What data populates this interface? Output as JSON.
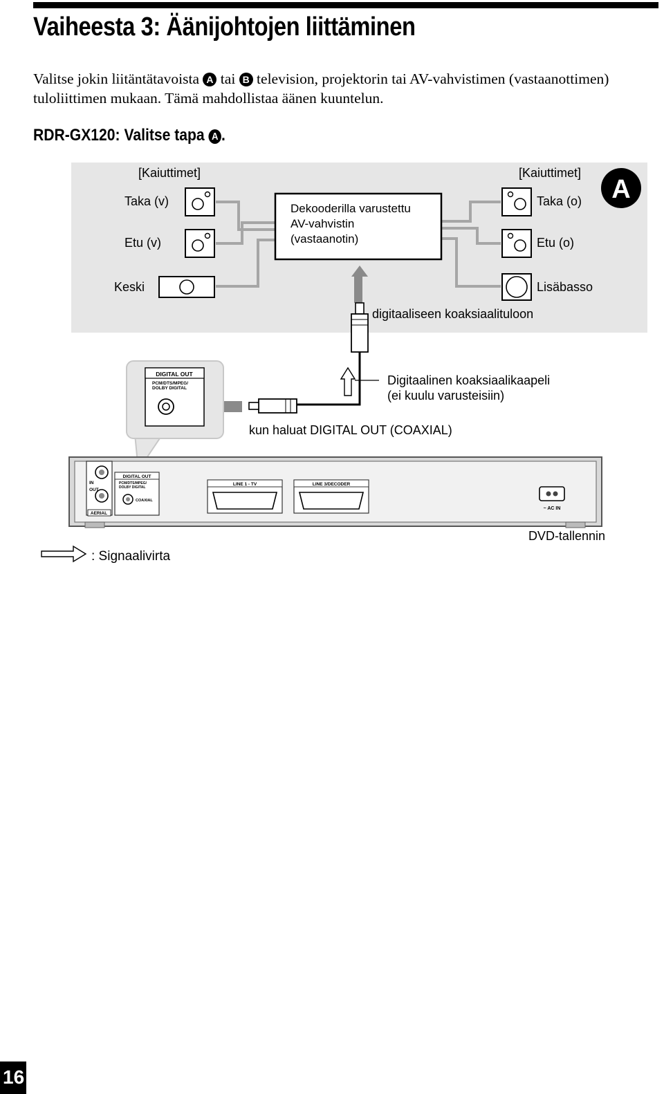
{
  "page": {
    "title": "Vaiheesta 3: Äänijohtojen liittäminen",
    "intro": {
      "part1": "Valitse jokin liitäntätavoista",
      "badge_a": "A",
      "part2": "tai",
      "badge_b": "B",
      "part3": "television, projektorin tai AV-vahvistimen (vastaanottimen) tuloliittimen mukaan. Tämä mahdollistaa äänen kuuntelun."
    },
    "subheading": {
      "text": "RDR-GX120: Valitse tapa",
      "badge": "A",
      "suffix": "."
    },
    "page_number": "16"
  },
  "diagram": {
    "method_badge": "A",
    "speakers_left_label": "[Kaiuttimet]",
    "speakers_right_label": "[Kaiuttimet]",
    "rear_left": "Taka (v)",
    "front_left": "Etu (v)",
    "center": "Keski",
    "rear_right": "Taka (o)",
    "front_right": "Etu (o)",
    "subwoofer": "Lisäbasso",
    "amplifier": {
      "line1": "Dekooderilla varustettu",
      "line2": "AV-vahvistin",
      "line3": "(vastaanotin)"
    },
    "digital_input_label": "digitaaliseen koaksiaalituloon",
    "cable_label": {
      "line1": "Digitaalinen koaksiaalikaapeli",
      "line2": "(ei kuulu varusteisiin)"
    },
    "when_label": "kun haluat DIGITAL OUT (COAXIAL)",
    "zoom_panel": {
      "title": "DIGITAL OUT",
      "line1": "PCM/DTS/MPEG/",
      "line2": "DOLBY DIGITAL"
    },
    "recorder": {
      "label": "DVD-tallennin",
      "in": "IN",
      "out": "OUT",
      "aerial": "AERIAL",
      "digital_out": "DIGITAL OUT",
      "digital_out_sub1": "PCM/DTS/MPEG/",
      "digital_out_sub2": "DOLBY DIGITAL",
      "coaxial": "COAXIAL",
      "line1": "LINE 1 - TV",
      "line3": "LINE 3/DECODER",
      "ac_in": "~ AC IN"
    },
    "legend": ": Signaalivirta"
  }
}
